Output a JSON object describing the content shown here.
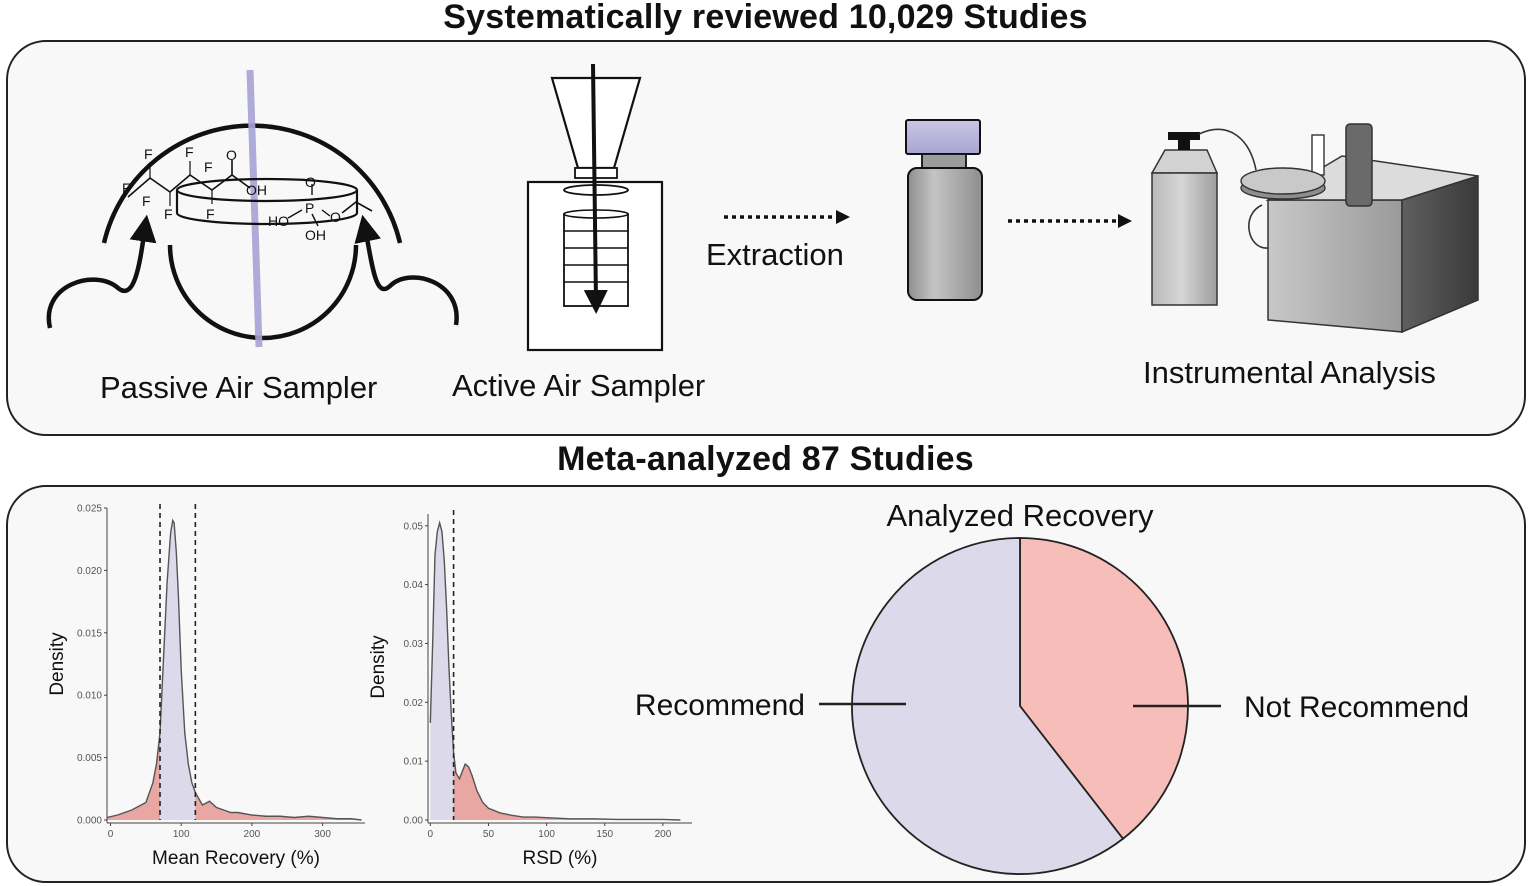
{
  "top": {
    "heading": "Systematically reviewed  10,029 Studies",
    "labels": {
      "passive": "Passive Air Sampler",
      "active": "Active Air Sampler",
      "extraction": "Extraction",
      "instrumental": "Instrumental Analysis"
    },
    "chem": {
      "F": "F",
      "O": "O",
      "OH": "OH",
      "HO": "HO",
      "P": "P"
    }
  },
  "bottom": {
    "heading": "Meta-analyzed 87 Studies"
  },
  "colors": {
    "lavender": "#dcd9ea",
    "pink": "#f6bdb9",
    "salmon": "#e8a7a3",
    "lavender_bar": "#b7b2dd",
    "panel_bg": "#f8f8f8"
  },
  "chart_data": [
    {
      "type": "area",
      "title": "",
      "xlabel": "Mean Recovery (%)",
      "ylabel": "Density",
      "xticks": [
        "0",
        "100",
        "200",
        "300"
      ],
      "yticks": [
        "0.000",
        "0.005",
        "0.010",
        "0.015",
        "0.020",
        "0.025"
      ],
      "xlim": [
        -5,
        360
      ],
      "ylim": [
        0,
        0.025
      ],
      "thresholds": [
        70,
        120
      ],
      "x": [
        -5,
        10,
        30,
        50,
        60,
        65,
        70,
        75,
        80,
        85,
        88,
        90,
        93,
        96,
        100,
        105,
        110,
        115,
        120,
        130,
        140,
        150,
        160,
        170,
        180,
        200,
        220,
        240,
        260,
        280,
        300,
        320,
        340,
        355
      ],
      "y": [
        0.0002,
        0.0004,
        0.0008,
        0.0014,
        0.003,
        0.0045,
        0.007,
        0.013,
        0.019,
        0.023,
        0.024,
        0.0238,
        0.0215,
        0.018,
        0.012,
        0.007,
        0.0045,
        0.003,
        0.0022,
        0.0012,
        0.0015,
        0.001,
        0.0008,
        0.0006,
        0.0006,
        0.0004,
        0.0003,
        0.0003,
        0.0002,
        0.0003,
        0.0002,
        0.0001,
        0.0001,
        0.0
      ]
    },
    {
      "type": "area",
      "title": "",
      "xlabel": "RSD (%)",
      "ylabel": "Density",
      "xticks": [
        "0",
        "50",
        "100",
        "150",
        "200"
      ],
      "yticks": [
        "0.00",
        "0.01",
        "0.02",
        "0.03",
        "0.04",
        "0.05"
      ],
      "xlim": [
        -2,
        225
      ],
      "ylim": [
        0,
        0.052
      ],
      "thresholds": [
        20
      ],
      "x": [
        0,
        2,
        4,
        6,
        8,
        10,
        12,
        14,
        16,
        18,
        20,
        22,
        25,
        28,
        30,
        33,
        36,
        40,
        45,
        50,
        60,
        70,
        80,
        90,
        100,
        120,
        140,
        160,
        180,
        200,
        215
      ],
      "y": [
        0.0165,
        0.03,
        0.045,
        0.049,
        0.0505,
        0.049,
        0.044,
        0.036,
        0.026,
        0.018,
        0.0115,
        0.008,
        0.007,
        0.0085,
        0.0095,
        0.009,
        0.0075,
        0.005,
        0.003,
        0.002,
        0.0012,
        0.0008,
        0.0005,
        0.0005,
        0.0004,
        0.0002,
        0.0002,
        0.0001,
        0.0001,
        0.0001,
        0.0
      ]
    },
    {
      "type": "pie",
      "title": "Analyzed Recovery",
      "labels": [
        "Not Recommend",
        "Recommend"
      ],
      "values": [
        39.5,
        60.5
      ]
    }
  ]
}
